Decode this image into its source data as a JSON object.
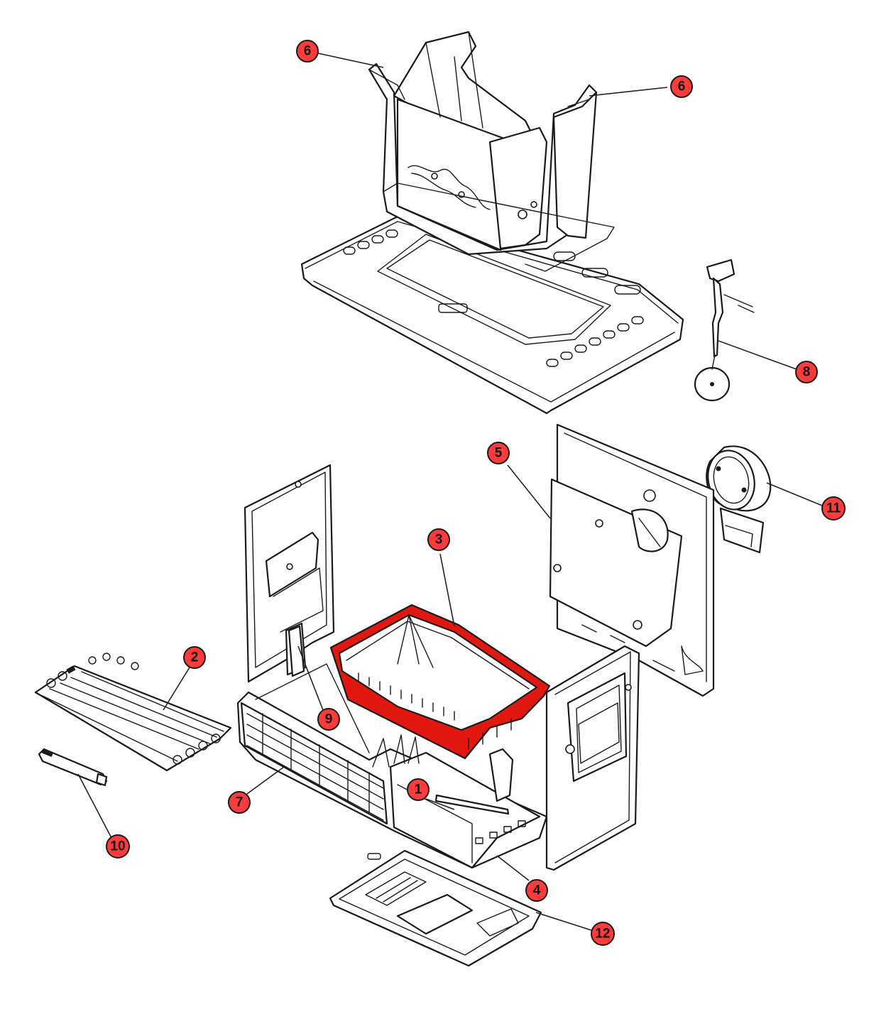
{
  "diagram": {
    "callouts": [
      {
        "id": "c6a",
        "label": "6"
      },
      {
        "id": "c6b",
        "label": "6"
      },
      {
        "id": "c8",
        "label": "8"
      },
      {
        "id": "c5",
        "label": "5"
      },
      {
        "id": "c11",
        "label": "11"
      },
      {
        "id": "c3",
        "label": "3"
      },
      {
        "id": "c2",
        "label": "2"
      },
      {
        "id": "c9",
        "label": "9"
      },
      {
        "id": "c1",
        "label": "1"
      },
      {
        "id": "c7",
        "label": "7"
      },
      {
        "id": "c10",
        "label": "10"
      },
      {
        "id": "c4",
        "label": "4"
      },
      {
        "id": "c12",
        "label": "12"
      }
    ],
    "colors": {
      "callout_fill": "#ff3b3b",
      "highlight_fill": "#e0180f",
      "line": "#1a1a1a",
      "background": "#ffffff"
    }
  }
}
